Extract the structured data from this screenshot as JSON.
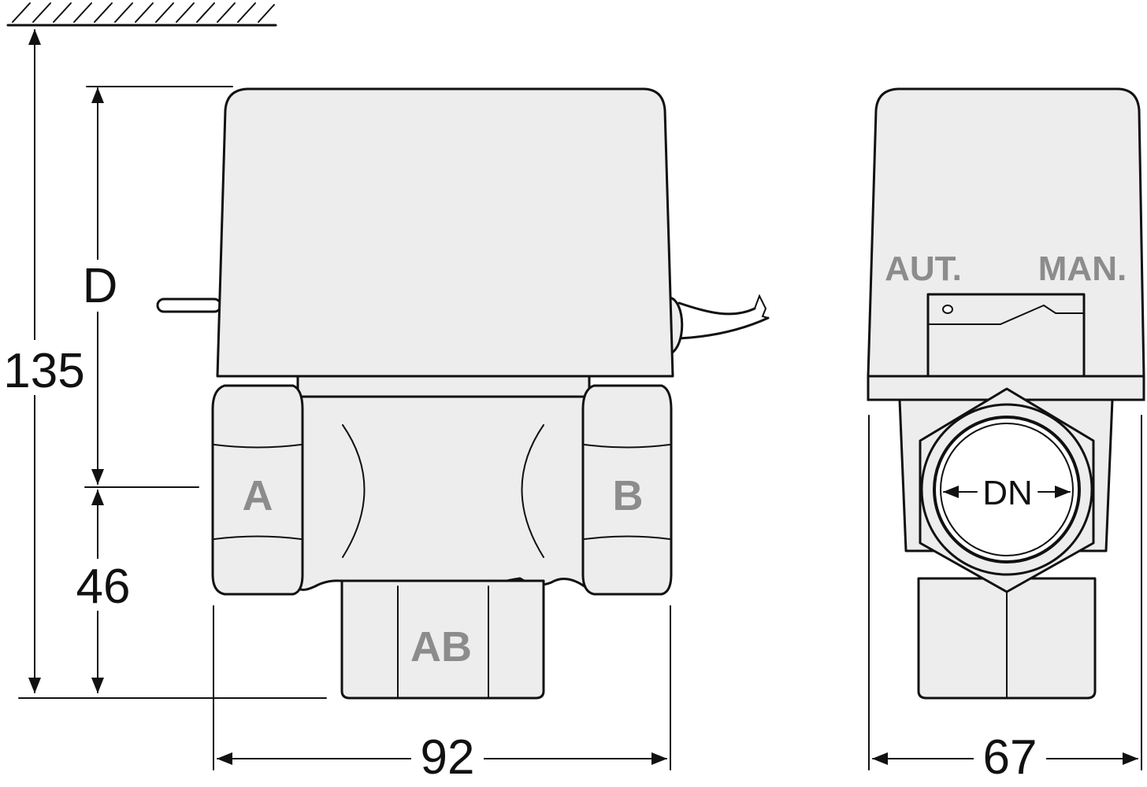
{
  "dimensions": {
    "total_height": "135",
    "actuator_height": "D",
    "port_height": "46",
    "width_front": "92",
    "width_side": "67",
    "nominal_diameter": "DN"
  },
  "ports": {
    "a": "A",
    "b": "B",
    "ab": "AB"
  },
  "modes": {
    "auto": "AUT.",
    "manual": "MAN."
  }
}
